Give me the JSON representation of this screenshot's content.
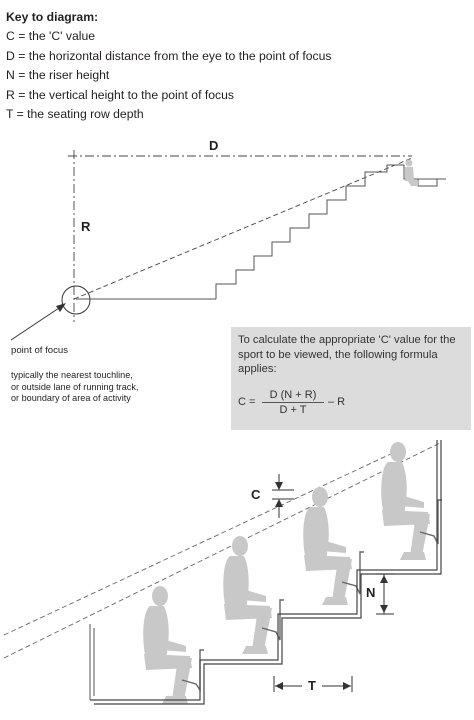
{
  "key": {
    "title": "Key to diagram:",
    "items": [
      "C = the 'C' value",
      "D = the horizontal distance from the eye to the point of focus",
      "N = the riser height",
      "R = the vertical height to the point of focus",
      "T = the seating row depth"
    ]
  },
  "diagram": {
    "label_D": "D",
    "label_R": "R",
    "point_of_focus": "point of focus",
    "point_of_focus_note": [
      "typically the nearest touchline,",
      "or outside lane of running track,",
      "or boundary of area of activity"
    ]
  },
  "formula_box": {
    "intro": "To calculate the appropriate 'C' value for the sport to be viewed, the following formula applies:",
    "lhs": "C =",
    "numerator": "D (N + R)",
    "denominator": "D + T",
    "rhs": "– R"
  },
  "section_labels": {
    "C": "C",
    "N": "N",
    "T": "T"
  },
  "colors": {
    "text": "#231f20",
    "box": "#dcdcdc",
    "figure": "#c8c8c8",
    "line": "#444444"
  }
}
